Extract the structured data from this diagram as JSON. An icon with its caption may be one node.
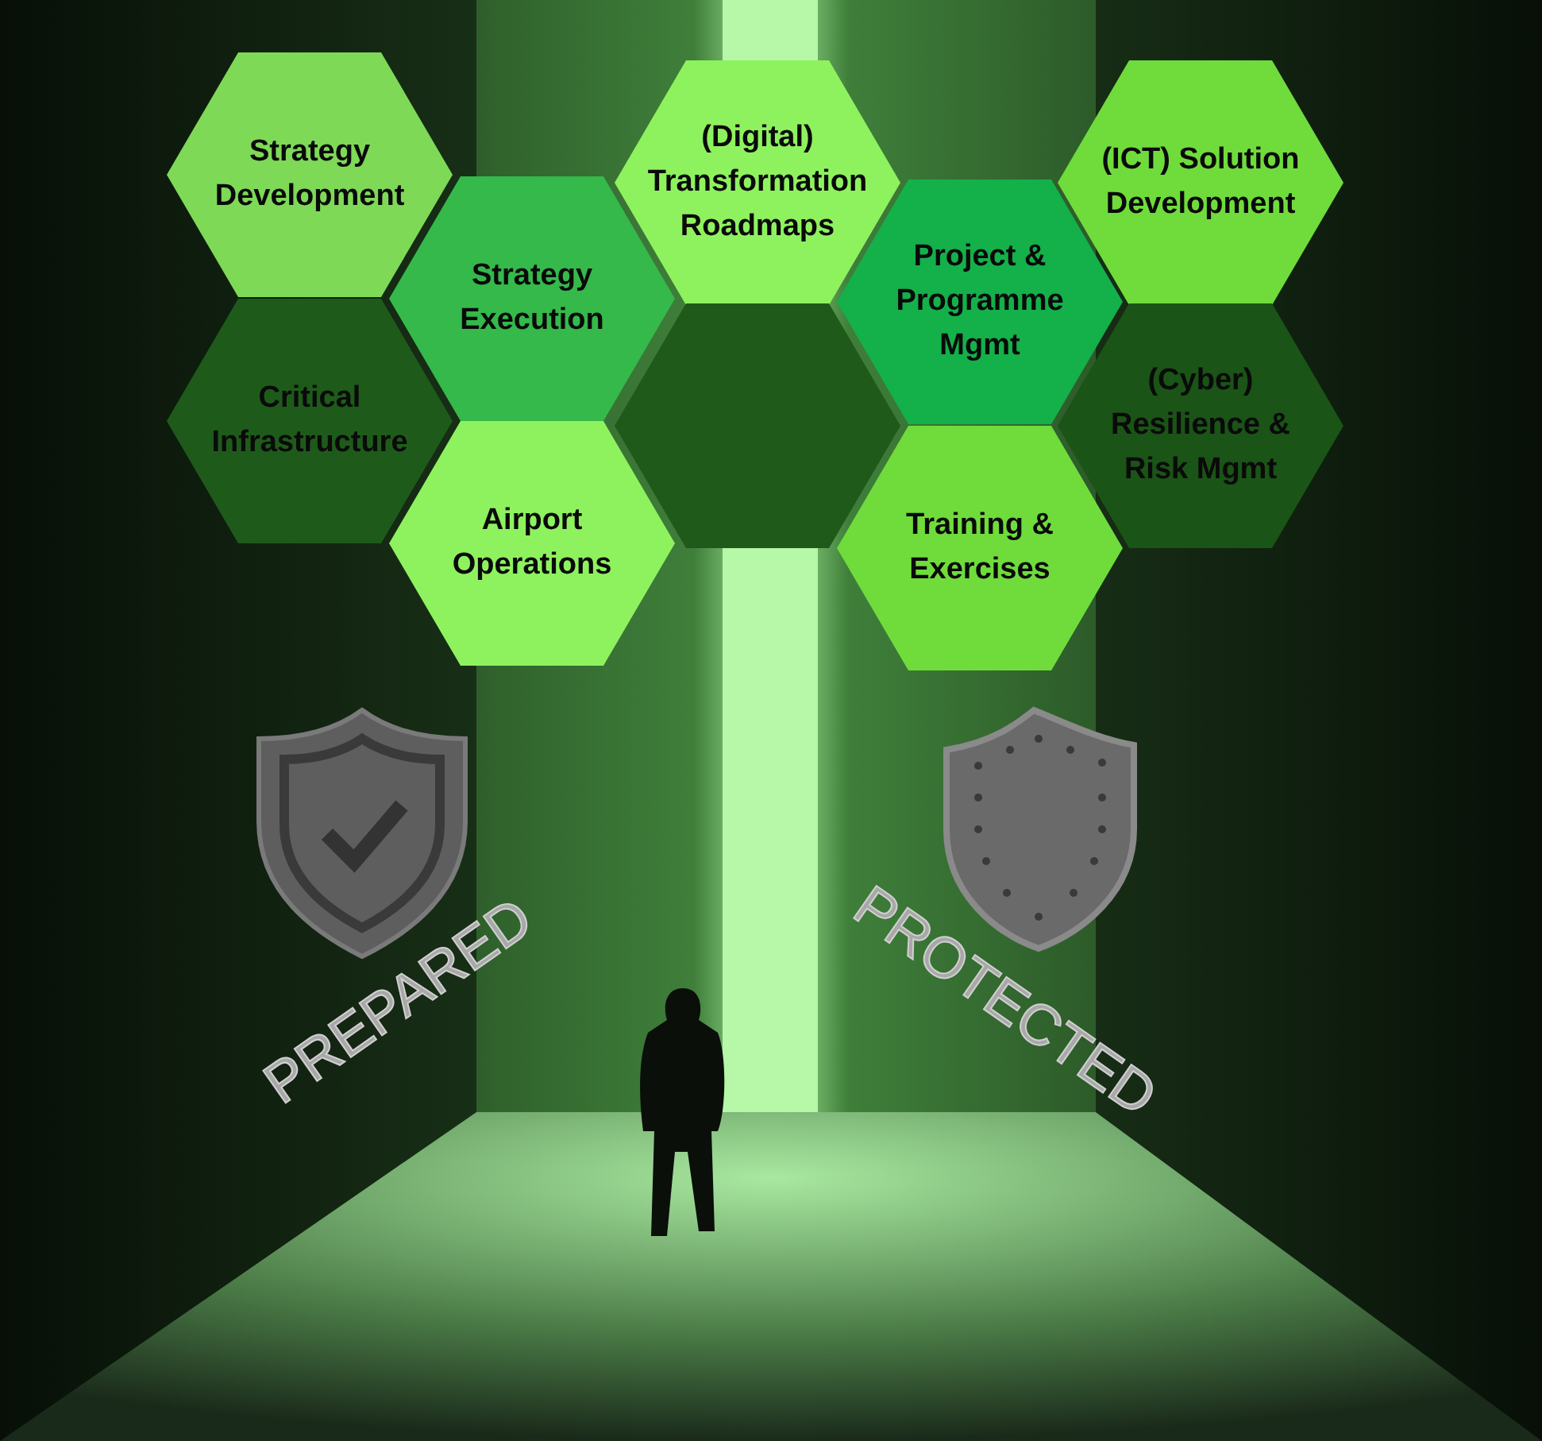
{
  "diagram": {
    "nodes": [
      {
        "text": [
          "Strategy Development"
        ]
      },
      {
        "text": [
          "(Digital) Transformation Roadmaps"
        ]
      },
      {
        "text": [
          "(ICT) Solution Development"
        ]
      },
      {
        "text": [
          "Strategy Execution"
        ]
      },
      {
        "text": [
          "Project & Programme Mgmt"
        ]
      },
      {
        "text": [
          "Critical Infrastructure"
        ]
      },
      {
        "text": [],
        "shape": "hexagon"
      },
      {
        "text": [
          "(Cyber) Resilience & Risk Mgmt"
        ]
      },
      {
        "text": [
          "Airport Operations"
        ]
      },
      {
        "text": [
          "Training & Exercises"
        ]
      }
    ],
    "labels": [
      "PREPARED",
      "PROTECTED"
    ]
  }
}
